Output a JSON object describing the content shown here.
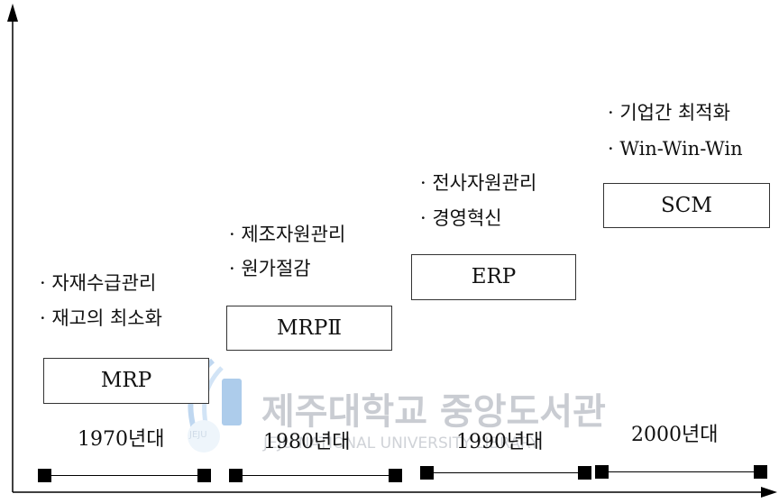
{
  "watermark": {
    "title": "제주대학교 중앙도서관",
    "subtitle": "JEJU NATIONAL UNIVERSITY LIBRARY",
    "logo_text": "JEJU"
  },
  "stages": [
    {
      "system": "MRP",
      "era": "1970년대",
      "bullets": [
        "· 자재수급관리",
        "· 재고의 최소화"
      ]
    },
    {
      "system": "MRPⅡ",
      "era": "1980년대",
      "bullets": [
        "· 제조자원관리",
        "· 원가절감"
      ]
    },
    {
      "system": "ERP",
      "era": "1990년대",
      "bullets": [
        "· 전사자원관리",
        "· 경영혁신"
      ]
    },
    {
      "system": "SCM",
      "era": "2000년대",
      "bullets": [
        "· 기업간 최적화",
        "· Win-Win-Win"
      ]
    }
  ]
}
